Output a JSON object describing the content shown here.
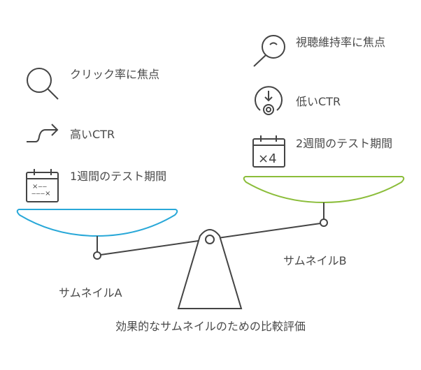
{
  "title": "効果的なサムネイルのための比較評価",
  "left": {
    "label": "サムネイルA",
    "color": "#29a8d8",
    "items": [
      {
        "icon": "magnifier-icon",
        "text": "クリック率に焦点"
      },
      {
        "icon": "rising-arrow-icon",
        "text": "高いCTR"
      },
      {
        "icon": "calendar-icon",
        "text": "1週間のテスト期間"
      }
    ]
  },
  "right": {
    "label": "サムネイルB",
    "color": "#8bbd3a",
    "items": [
      {
        "icon": "magnifier-retention-icon",
        "text": "視聴維持率に焦点"
      },
      {
        "icon": "low-target-icon",
        "text": "低いCTR"
      },
      {
        "icon": "calendar-x4-icon",
        "text": "2週間のテスト期間"
      }
    ]
  }
}
